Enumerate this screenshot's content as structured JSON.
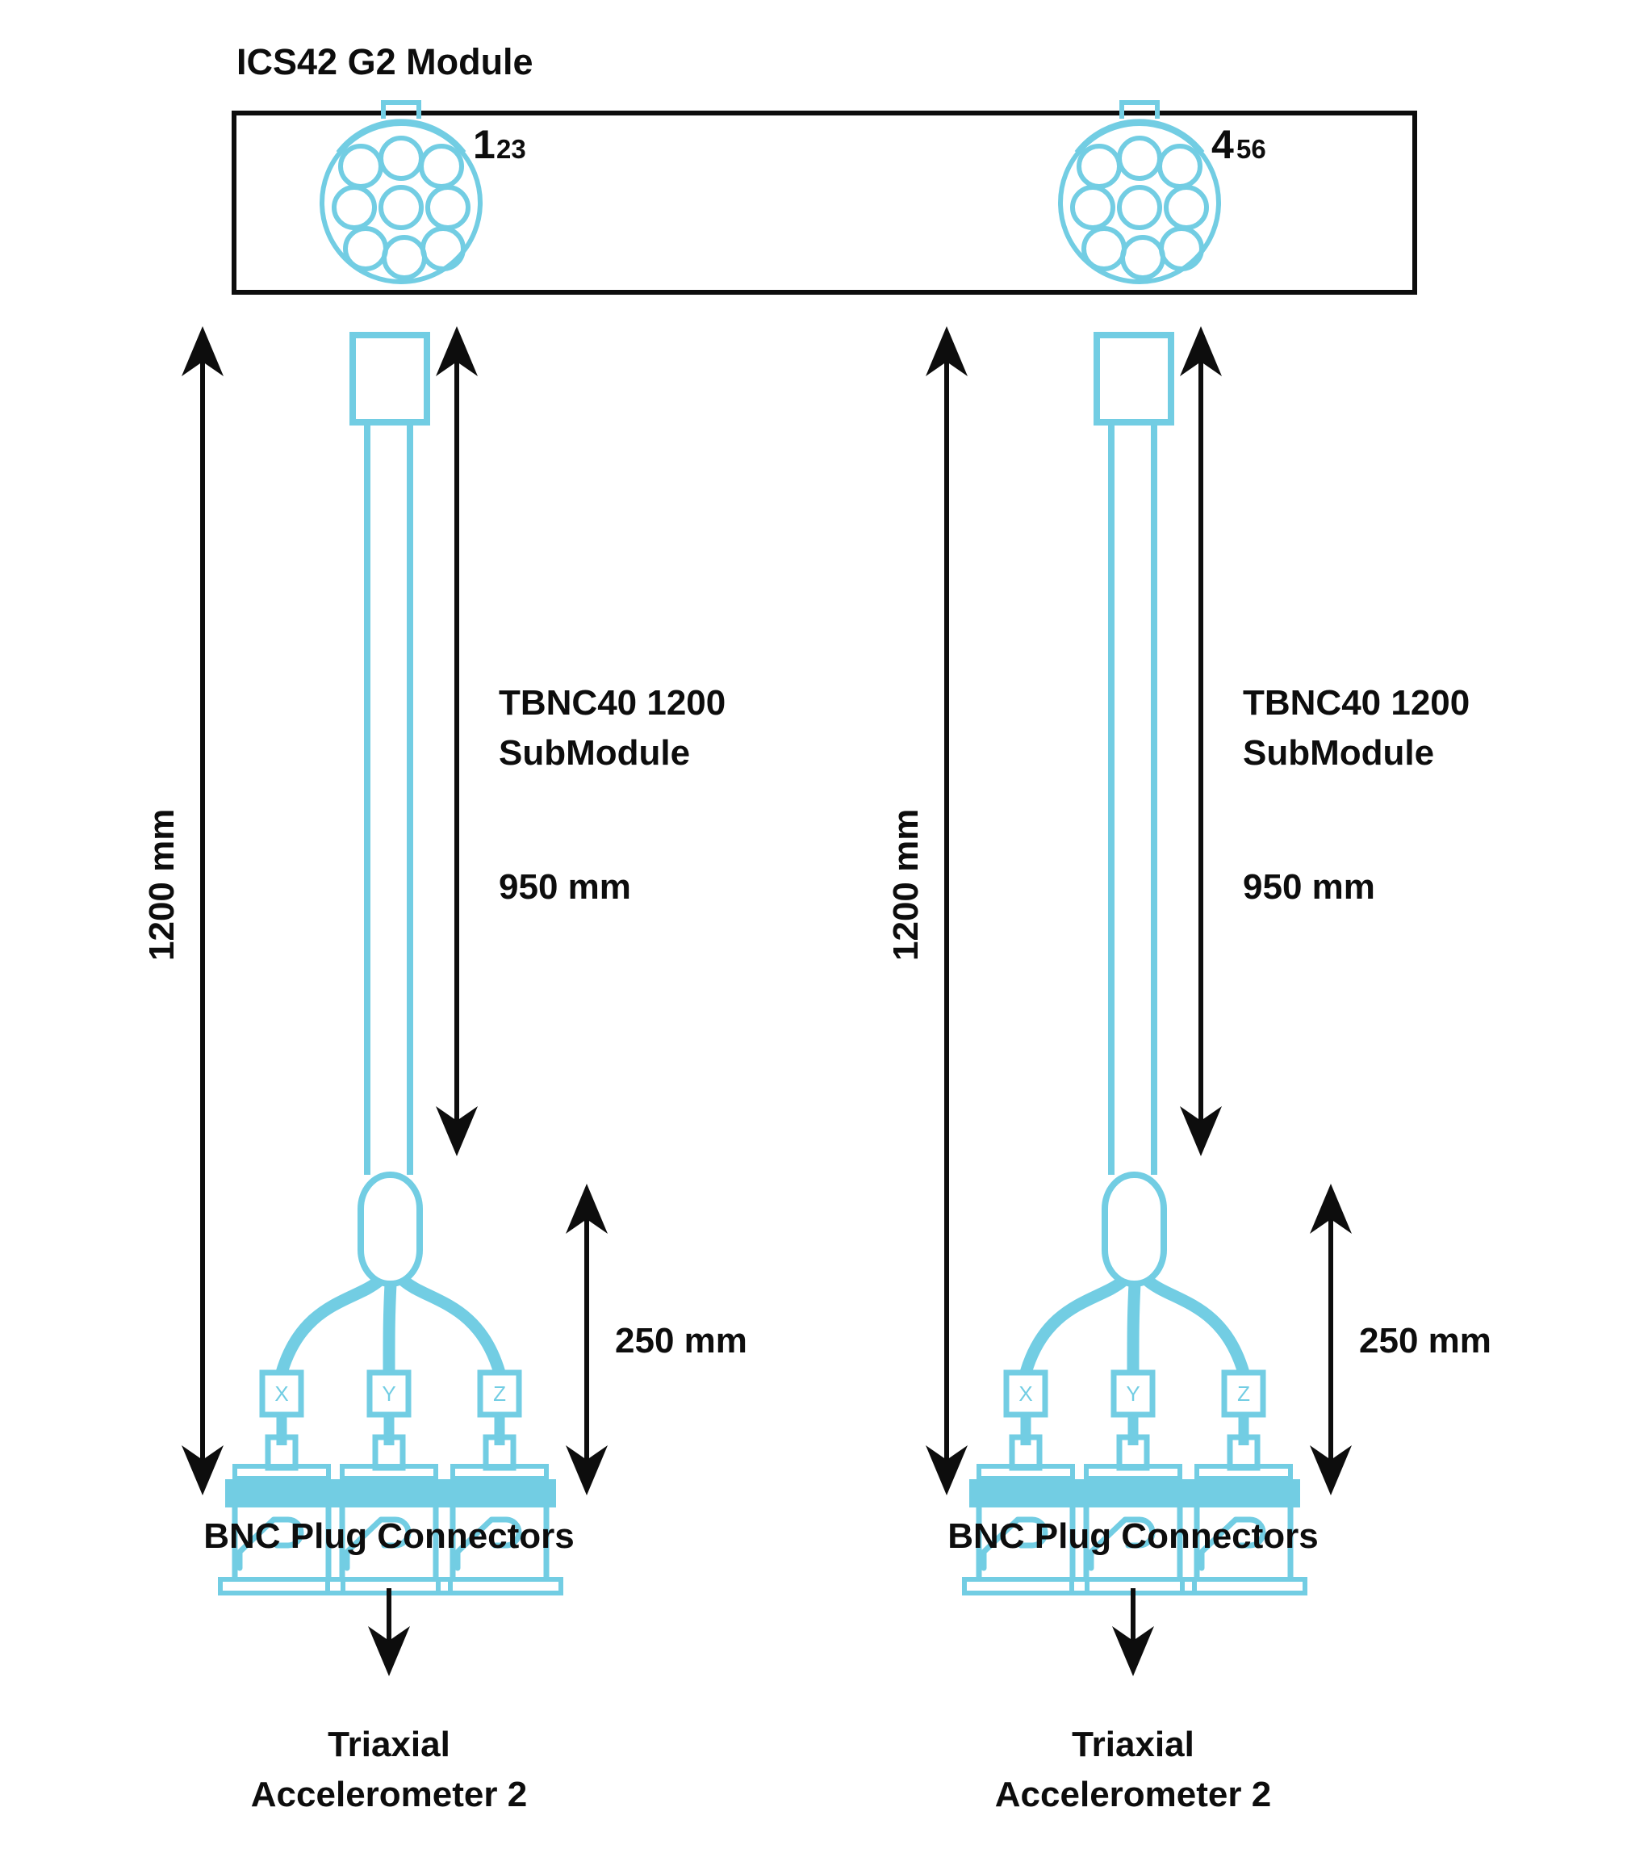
{
  "diagram": {
    "title": "ICS42 G2 Module",
    "accent_color": "#72cde3",
    "line_color": "#0d0d0d",
    "background_color": "#ffffff"
  },
  "module": {
    "label": "ICS42 G2 Module",
    "connectors": [
      {
        "id": "connector-left",
        "pin_main": "1",
        "pin_sub": "23",
        "pin_count": 9
      },
      {
        "id": "connector-right",
        "pin_main": "4",
        "pin_sub": "56",
        "pin_count": 9
      }
    ]
  },
  "assemblies": [
    {
      "id": "assembly-left",
      "submodule_label_line1": "TBNC40 1200",
      "submodule_label_line2": "SubModule",
      "dimension_total": "1200 mm",
      "dimension_cable": "950 mm",
      "dimension_branch": "250 mm",
      "connectors_label": "BNC Plug Connectors",
      "device_label_line1": "Triaxial",
      "device_label_line2": "Accelerometer 2",
      "axes": [
        "X",
        "Y",
        "Z"
      ]
    },
    {
      "id": "assembly-right",
      "submodule_label_line1": "TBNC40 1200",
      "submodule_label_line2": "SubModule",
      "dimension_total": "1200 mm",
      "dimension_cable": "950 mm",
      "dimension_branch": "250 mm",
      "connectors_label": "BNC Plug Connectors",
      "device_label_line1": "Triaxial",
      "device_label_line2": "Accelerometer 2",
      "axes": [
        "X",
        "Y",
        "Z"
      ]
    }
  ]
}
